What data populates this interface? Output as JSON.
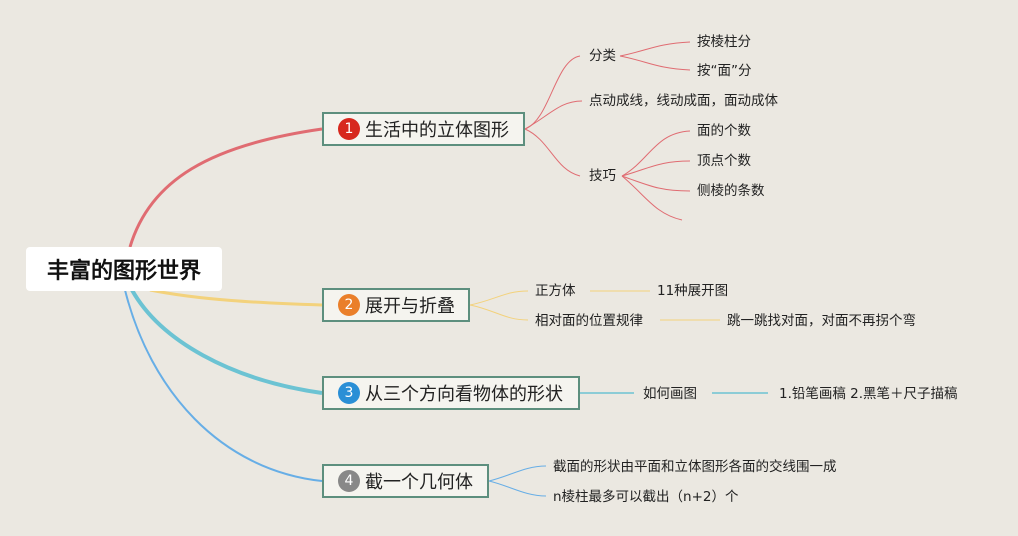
{
  "root": {
    "label": "丰富的图形世界"
  },
  "branches": [
    {
      "num": "1",
      "label": "生活中的立体图形",
      "color": "#e06c72",
      "badge_color": "#d7281e",
      "children": [
        {
          "label": "分类",
          "children": [
            "按棱柱分",
            "按“面”分"
          ]
        },
        {
          "label": "点动成线，线动成面，面动成体"
        },
        {
          "label": "技巧",
          "children": [
            "面的个数",
            "顶点个数",
            "侧棱的条数"
          ]
        }
      ]
    },
    {
      "num": "2",
      "label": "展开与折叠",
      "color": "#f3d27c",
      "badge_color": "#ea7f2a",
      "children": [
        {
          "label": "正方体",
          "children": [
            "11种展开图"
          ]
        },
        {
          "label": "相对面的位置规律",
          "children": [
            "跳一跳找对面，对面不再拐个弯"
          ]
        }
      ]
    },
    {
      "num": "3",
      "label": "从三个方向看物体的形状",
      "color": "#6cc3d3",
      "badge_color": "#2a8fd6",
      "children": [
        {
          "label": "如何画图",
          "children": [
            "1.铅笔画稿 2.黑笔＋尺子描稿"
          ]
        }
      ]
    },
    {
      "num": "4",
      "label": "截一个几何体",
      "color": "#67aee6",
      "badge_color": "#888888",
      "children": [
        {
          "label": "截面的形状由平面和立体图形各面的交线围一成"
        },
        {
          "label": "n棱柱最多可以截出（n+2）个"
        }
      ]
    }
  ]
}
